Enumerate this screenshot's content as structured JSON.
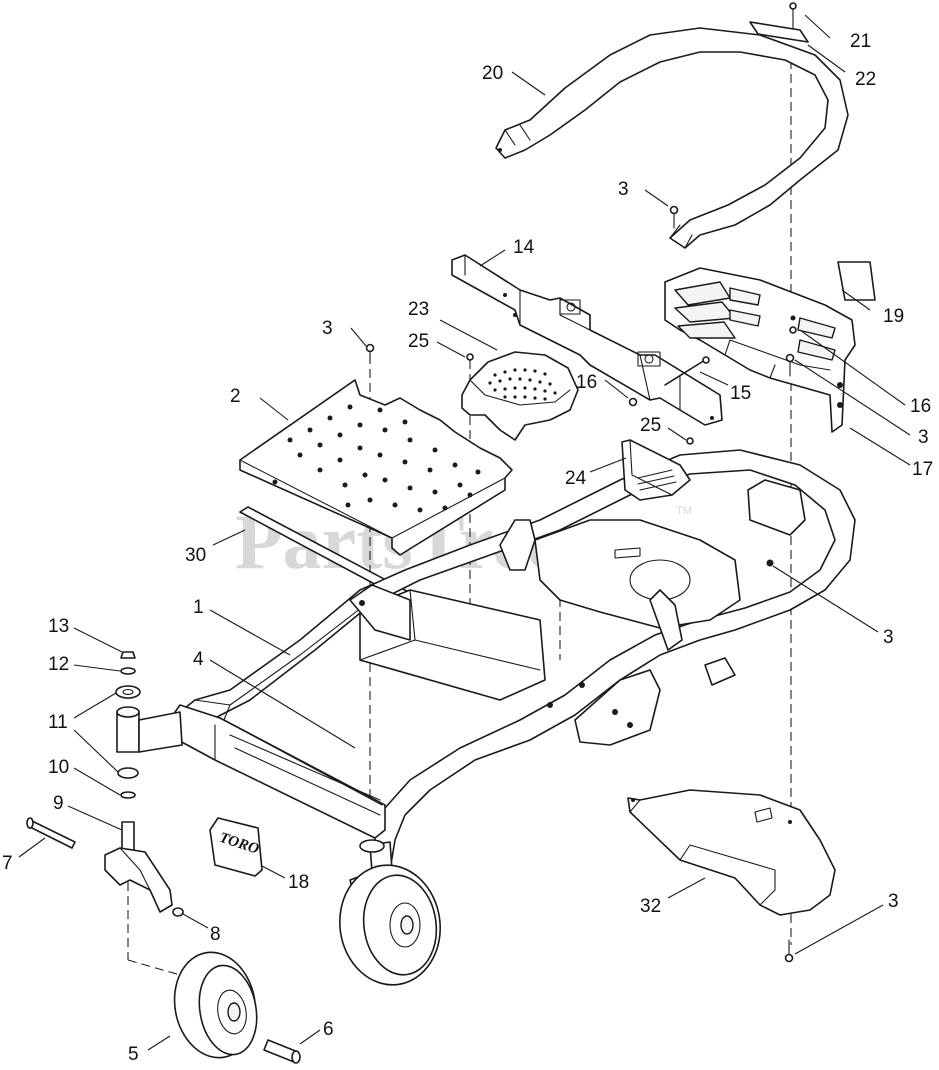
{
  "watermark": {
    "text": "PartsTree",
    "trademark": "TM"
  },
  "decal_brand": "TORO",
  "callouts": [
    "1",
    "2",
    "3",
    "4",
    "5",
    "6",
    "7",
    "8",
    "9",
    "10",
    "11",
    "12",
    "13",
    "14",
    "15",
    "16",
    "17",
    "18",
    "19",
    "20",
    "21",
    "22",
    "23",
    "24",
    "25",
    "30",
    "32"
  ],
  "colors": {
    "line": "#1a1a1a",
    "background": "#ffffff",
    "watermark": "#d8d8d8"
  }
}
